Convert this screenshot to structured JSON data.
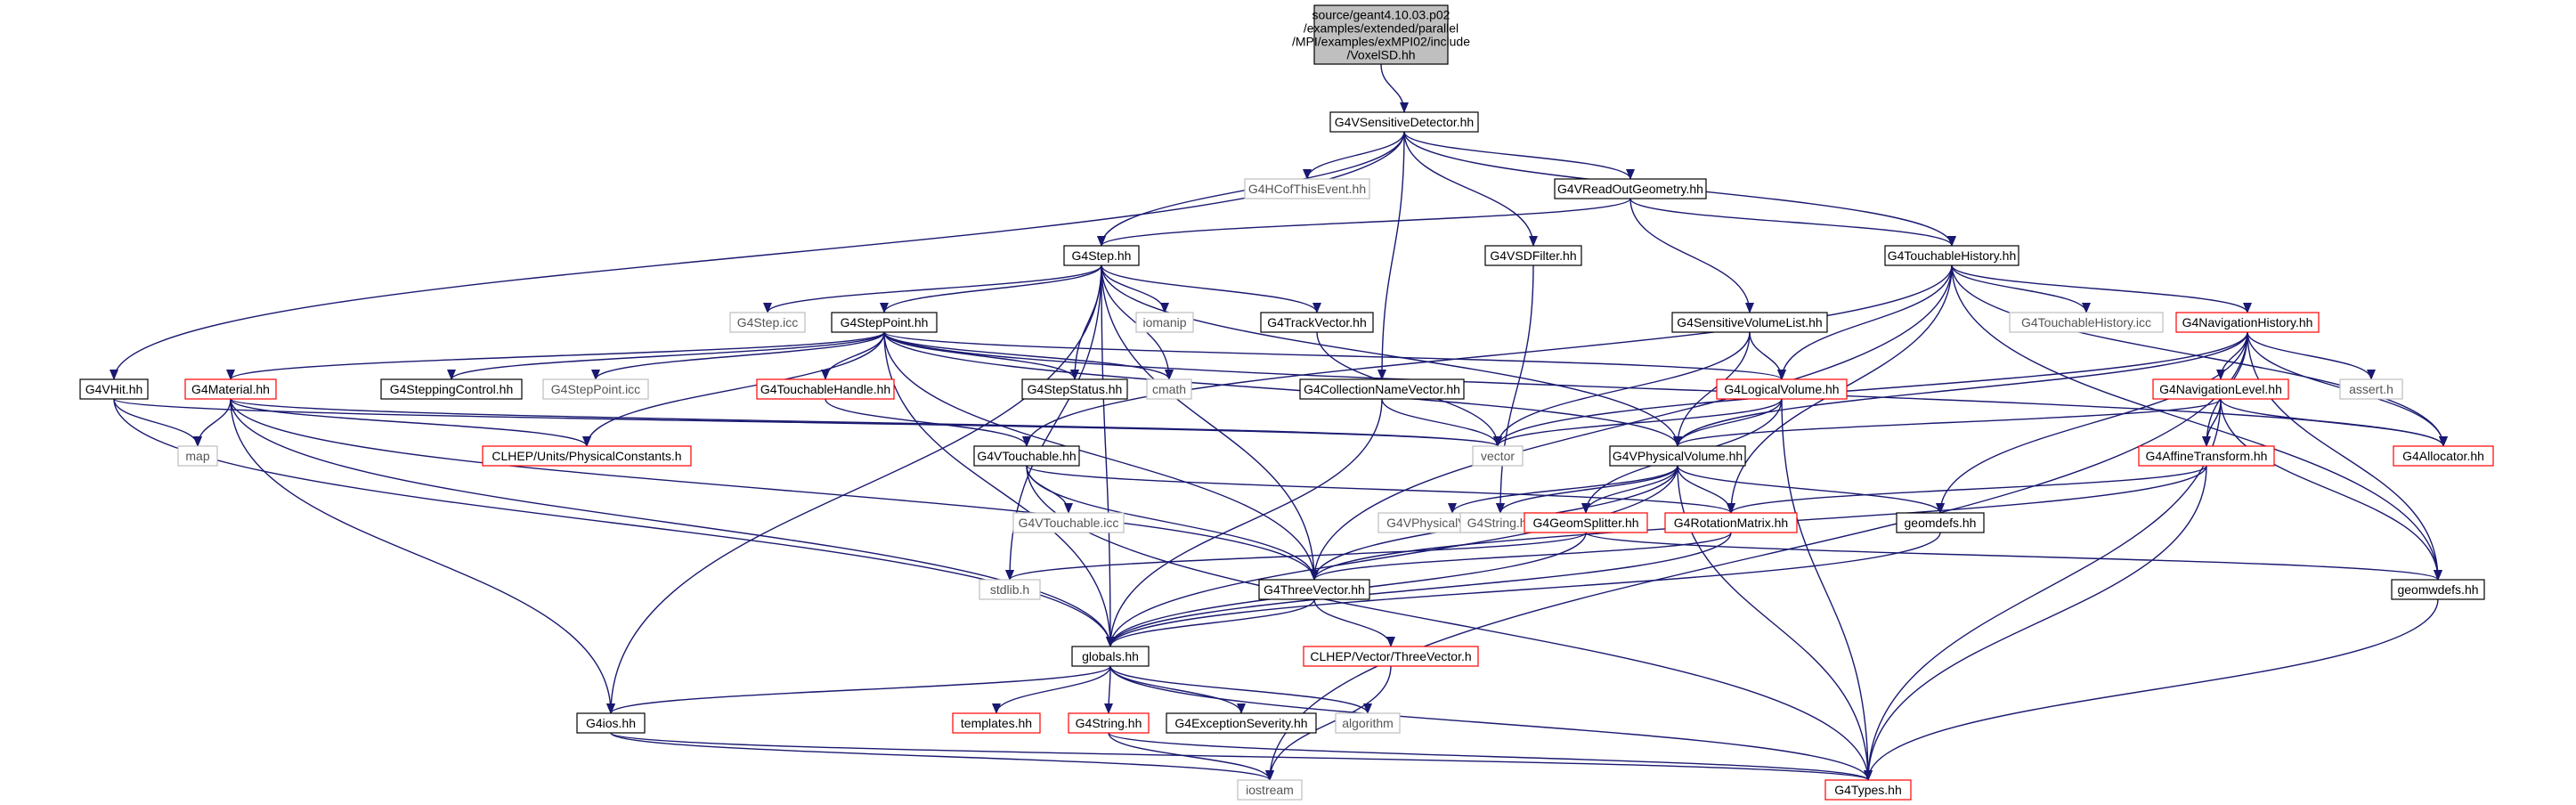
{
  "diagram": {
    "nodes": [
      {
        "id": "voxelsd",
        "label": "source/geant4.10.03.p02\n/examples/extended/parallel\n/MPI/examples/exMPI02/include\n/VoxelSD.hh",
        "style": "root"
      },
      {
        "id": "g4vsd",
        "label": "G4VSensitiveDetector.hh",
        "style": "black"
      },
      {
        "id": "g4hcof",
        "label": "G4HCofThisEvent.hh",
        "style": "gray"
      },
      {
        "id": "g4vrog",
        "label": "G4VReadOutGeometry.hh",
        "style": "black"
      },
      {
        "id": "g4step",
        "label": "G4Step.hh",
        "style": "black"
      },
      {
        "id": "g4vsdfilter",
        "label": "G4VSDFilter.hh",
        "style": "black"
      },
      {
        "id": "g4touchhist",
        "label": "G4TouchableHistory.hh",
        "style": "black"
      },
      {
        "id": "g4stepicc",
        "label": "G4Step.icc",
        "style": "gray"
      },
      {
        "id": "g4steppoint",
        "label": "G4StepPoint.hh",
        "style": "black"
      },
      {
        "id": "iomanip",
        "label": "iomanip",
        "style": "gray"
      },
      {
        "id": "g4trackvector",
        "label": "G4TrackVector.hh",
        "style": "black"
      },
      {
        "id": "g4senvollist",
        "label": "G4SensitiveVolumeList.hh",
        "style": "black"
      },
      {
        "id": "g4touchhisticc",
        "label": "G4TouchableHistory.icc",
        "style": "gray"
      },
      {
        "id": "g4navhist",
        "label": "G4NavigationHistory.hh",
        "style": "red"
      },
      {
        "id": "g4vhit",
        "label": "G4VHit.hh",
        "style": "black"
      },
      {
        "id": "g4material",
        "label": "G4Material.hh",
        "style": "red"
      },
      {
        "id": "g4steppingctrl",
        "label": "G4SteppingControl.hh",
        "style": "black"
      },
      {
        "id": "g4steppointicc",
        "label": "G4StepPoint.icc",
        "style": "gray"
      },
      {
        "id": "g4touchhandle",
        "label": "G4TouchableHandle.hh",
        "style": "red"
      },
      {
        "id": "g4stepstatus",
        "label": "G4StepStatus.hh",
        "style": "black"
      },
      {
        "id": "cmath",
        "label": "cmath",
        "style": "gray"
      },
      {
        "id": "g4collnamevec",
        "label": "G4CollectionNameVector.hh",
        "style": "black"
      },
      {
        "id": "g4logvol",
        "label": "G4LogicalVolume.hh",
        "style": "red"
      },
      {
        "id": "g4navlevel",
        "label": "G4NavigationLevel.hh",
        "style": "red"
      },
      {
        "id": "asserth",
        "label": "assert.h",
        "style": "gray"
      },
      {
        "id": "map",
        "label": "map",
        "style": "gray"
      },
      {
        "id": "clhepphys",
        "label": "CLHEP/Units/PhysicalConstants.h",
        "style": "red"
      },
      {
        "id": "vector",
        "label": "vector",
        "style": "gray"
      },
      {
        "id": "g4vtouchable",
        "label": "G4VTouchable.hh",
        "style": "black"
      },
      {
        "id": "g4physvol",
        "label": "G4VPhysicalVolume.hh",
        "style": "black"
      },
      {
        "id": "g4affine",
        "label": "G4AffineTransform.hh",
        "style": "red"
      },
      {
        "id": "g4allocator",
        "label": "G4Allocator.hh",
        "style": "red"
      },
      {
        "id": "g4vtouchicc",
        "label": "G4VTouchable.icc",
        "style": "gray"
      },
      {
        "id": "g4vphysvolicc",
        "label": "G4VPhysicalVolume.icc",
        "style": "gray"
      },
      {
        "id": "g4stringhh1",
        "label": "G4String.hh",
        "style": "gray"
      },
      {
        "id": "g4geomsplit",
        "label": "G4GeomSplitter.hh",
        "style": "red"
      },
      {
        "id": "g4rotmatrix",
        "label": "G4RotationMatrix.hh",
        "style": "red"
      },
      {
        "id": "geomdefs",
        "label": "geomdefs.hh",
        "style": "black"
      },
      {
        "id": "geomwdefs",
        "label": "geomwdefs.hh",
        "style": "black"
      },
      {
        "id": "stdlib",
        "label": "stdlib.h",
        "style": "gray"
      },
      {
        "id": "g4threevec",
        "label": "G4ThreeVector.hh",
        "style": "black"
      },
      {
        "id": "clhepthreevec",
        "label": "CLHEP/Vector/ThreeVector.h",
        "style": "red"
      },
      {
        "id": "globals",
        "label": "globals.hh",
        "style": "black"
      },
      {
        "id": "templates",
        "label": "templates.hh",
        "style": "red"
      },
      {
        "id": "g4string",
        "label": "G4String.hh",
        "style": "red"
      },
      {
        "id": "g4excsev",
        "label": "G4ExceptionSeverity.hh",
        "style": "black"
      },
      {
        "id": "algorithm",
        "label": "algorithm",
        "style": "gray"
      },
      {
        "id": "g4ios",
        "label": "G4ios.hh",
        "style": "black"
      },
      {
        "id": "iostream",
        "label": "iostream",
        "style": "gray"
      },
      {
        "id": "g4types",
        "label": "G4Types.hh",
        "style": "red"
      }
    ],
    "edges": [
      [
        "voxelsd",
        "g4vsd"
      ],
      [
        "g4vsd",
        "g4hcof"
      ],
      [
        "g4vsd",
        "g4vrog"
      ],
      [
        "g4vsd",
        "g4step"
      ],
      [
        "g4vsd",
        "g4vsdfilter"
      ],
      [
        "g4vsd",
        "g4touchhist"
      ],
      [
        "g4vsd",
        "g4collnamevec"
      ],
      [
        "g4vsd",
        "g4vhit"
      ],
      [
        "g4vrog",
        "g4step"
      ],
      [
        "g4vrog",
        "g4touchhist"
      ],
      [
        "g4vrog",
        "g4senvollist"
      ],
      [
        "g4step",
        "g4stepicc"
      ],
      [
        "g4step",
        "g4steppoint"
      ],
      [
        "g4step",
        "iomanip"
      ],
      [
        "g4step",
        "g4trackvector"
      ],
      [
        "g4step",
        "g4stepstatus"
      ],
      [
        "g4step",
        "cmath"
      ],
      [
        "g4step",
        "stdlib"
      ],
      [
        "g4step",
        "g4physvol"
      ],
      [
        "g4step",
        "g4threevec"
      ],
      [
        "g4step",
        "globals"
      ],
      [
        "g4step",
        "g4ios"
      ],
      [
        "g4vsdfilter",
        "g4stringhh1"
      ],
      [
        "g4touchhist",
        "g4touchhisticc"
      ],
      [
        "g4touchhist",
        "g4navhist"
      ],
      [
        "g4touchhist",
        "g4logvol"
      ],
      [
        "g4touchhist",
        "g4vtouchable"
      ],
      [
        "g4touchhist",
        "g4allocator"
      ],
      [
        "g4touchhist",
        "geomwdefs"
      ],
      [
        "g4touchhist",
        "g4rotmatrix"
      ],
      [
        "g4touchhist",
        "g4threevec"
      ],
      [
        "g4steppoint",
        "g4steppingctrl"
      ],
      [
        "g4steppoint",
        "g4steppointicc"
      ],
      [
        "g4steppoint",
        "g4touchhandle"
      ],
      [
        "g4steppoint",
        "g4stepstatus"
      ],
      [
        "g4steppoint",
        "cmath"
      ],
      [
        "g4steppoint",
        "g4material"
      ],
      [
        "g4steppoint",
        "clhepphys"
      ],
      [
        "g4steppoint",
        "g4logvol"
      ],
      [
        "g4steppoint",
        "g4physvol"
      ],
      [
        "g4steppoint",
        "g4allocator"
      ],
      [
        "g4steppoint",
        "g4threevec"
      ],
      [
        "g4steppoint",
        "globals"
      ],
      [
        "g4trackvector",
        "vector"
      ],
      [
        "g4senvollist",
        "vector"
      ],
      [
        "g4senvollist",
        "g4logvol"
      ],
      [
        "g4senvollist",
        "g4physvol"
      ],
      [
        "g4navhist",
        "g4navlevel"
      ],
      [
        "g4navhist",
        "asserth"
      ],
      [
        "g4navhist",
        "g4allocator"
      ],
      [
        "g4navhist",
        "g4affine"
      ],
      [
        "g4navhist",
        "g4physvol"
      ],
      [
        "g4navhist",
        "geomdefs"
      ],
      [
        "g4navhist",
        "vector"
      ],
      [
        "g4navhist",
        "geomwdefs"
      ],
      [
        "g4navhist",
        "iostream"
      ],
      [
        "g4vhit",
        "map"
      ],
      [
        "g4vhit",
        "globals"
      ],
      [
        "g4vhit",
        "vector"
      ],
      [
        "g4material",
        "map"
      ],
      [
        "g4material",
        "vector"
      ],
      [
        "g4material",
        "clhepphys"
      ],
      [
        "g4material",
        "globals"
      ],
      [
        "g4material",
        "g4ios"
      ],
      [
        "g4material",
        "g4threevec"
      ],
      [
        "g4touchhandle",
        "g4vtouchable"
      ],
      [
        "g4collnamevec",
        "vector"
      ],
      [
        "g4collnamevec",
        "globals"
      ],
      [
        "g4logvol",
        "vector"
      ],
      [
        "g4logvol",
        "g4physvol"
      ],
      [
        "g4logvol",
        "g4geomsplit"
      ],
      [
        "g4logvol",
        "g4types"
      ],
      [
        "g4navlevel",
        "g4affine"
      ],
      [
        "g4navlevel",
        "g4physvol"
      ],
      [
        "g4navlevel",
        "g4allocator"
      ],
      [
        "g4navlevel",
        "geomwdefs"
      ],
      [
        "g4navlevel",
        "g4types"
      ],
      [
        "g4vtouchable",
        "g4vtouchicc"
      ],
      [
        "g4vtouchable",
        "g4rotmatrix"
      ],
      [
        "g4vtouchable",
        "g4threevec"
      ],
      [
        "g4vtouchable",
        "g4types"
      ],
      [
        "g4physvol",
        "g4vphysvolicc"
      ],
      [
        "g4physvol",
        "g4stringhh1"
      ],
      [
        "g4physvol",
        "g4geomsplit"
      ],
      [
        "g4physvol",
        "g4rotmatrix"
      ],
      [
        "g4physvol",
        "geomdefs"
      ],
      [
        "g4physvol",
        "g4threevec"
      ],
      [
        "g4physvol",
        "globals"
      ],
      [
        "g4physvol",
        "g4types"
      ],
      [
        "g4affine",
        "g4rotmatrix"
      ],
      [
        "g4affine",
        "g4threevec"
      ],
      [
        "g4affine",
        "g4types"
      ],
      [
        "g4geomsplit",
        "stdlib"
      ],
      [
        "g4geomsplit",
        "globals"
      ],
      [
        "g4geomsplit",
        "geomwdefs"
      ],
      [
        "g4rotmatrix",
        "g4threevec"
      ],
      [
        "g4rotmatrix",
        "globals"
      ],
      [
        "geomdefs",
        "globals"
      ],
      [
        "geomwdefs",
        "g4types"
      ],
      [
        "g4threevec",
        "clhepthreevec"
      ],
      [
        "g4threevec",
        "globals"
      ],
      [
        "clhepthreevec",
        "iostream"
      ],
      [
        "globals",
        "templates"
      ],
      [
        "globals",
        "g4string"
      ],
      [
        "globals",
        "g4excsev"
      ],
      [
        "globals",
        "algorithm"
      ],
      [
        "globals",
        "g4ios"
      ],
      [
        "globals",
        "g4types"
      ],
      [
        "g4string",
        "iostream"
      ],
      [
        "g4string",
        "g4types"
      ],
      [
        "g4ios",
        "iostream"
      ],
      [
        "g4ios",
        "g4types"
      ]
    ]
  },
  "colors": {
    "edge": "#191970",
    "black_border": "#000000",
    "gray_border": "#bfbfbf",
    "red_border": "#ff0000",
    "root_fill": "#bfbfbf",
    "text": "#000000",
    "gray_text": "#555555"
  }
}
